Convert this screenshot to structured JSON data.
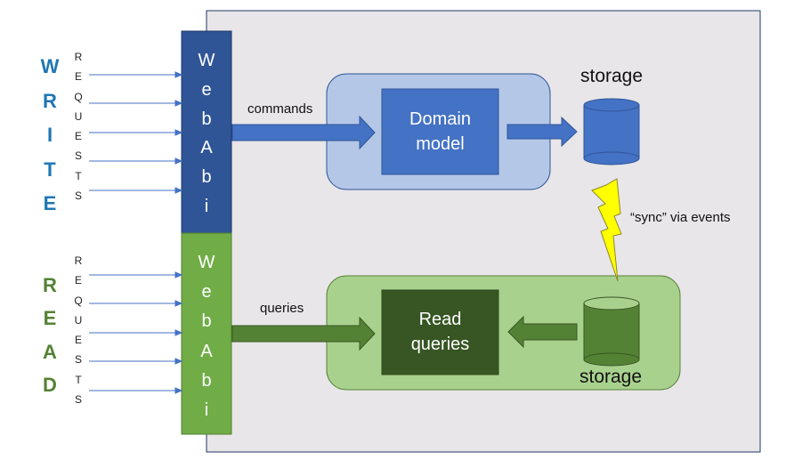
{
  "write": {
    "side_letters": [
      "W",
      "R",
      "I",
      "T",
      "E"
    ],
    "request_letters": [
      "R",
      "E",
      "Q",
      "U",
      "E",
      "S",
      "T",
      "S"
    ],
    "color": "#1f77b4"
  },
  "read": {
    "side_letters": [
      "R",
      "E",
      "A",
      "D"
    ],
    "request_letters": [
      "R",
      "E",
      "Q",
      "U",
      "E",
      "S",
      "T",
      "S"
    ],
    "color": "#548235"
  },
  "webabi_write": {
    "letters": [
      "W",
      "e",
      "b",
      "A",
      "b",
      "i"
    ],
    "color": "#2f5597"
  },
  "webabi_read": {
    "letters": [
      "W",
      "e",
      "b",
      "A",
      "b",
      "i"
    ],
    "color": "#70ad47"
  },
  "commands_label": "commands",
  "queries_label": "queries",
  "domain_model": {
    "line1": "Domain",
    "line2": "model",
    "color": "#4472c4"
  },
  "read_queries": {
    "line1": "Read",
    "line2": "queries",
    "color": "#375623"
  },
  "storage_top_label": "storage",
  "storage_bottom_label": "storage",
  "sync_label": "“sync” via events",
  "colors": {
    "panel": "#e8e6e8",
    "write_region": "#b4c7e7",
    "read_region": "#a9d18e",
    "write_arrow": "#4472c4",
    "read_arrow": "#548235",
    "lightning": "#ffff00"
  }
}
